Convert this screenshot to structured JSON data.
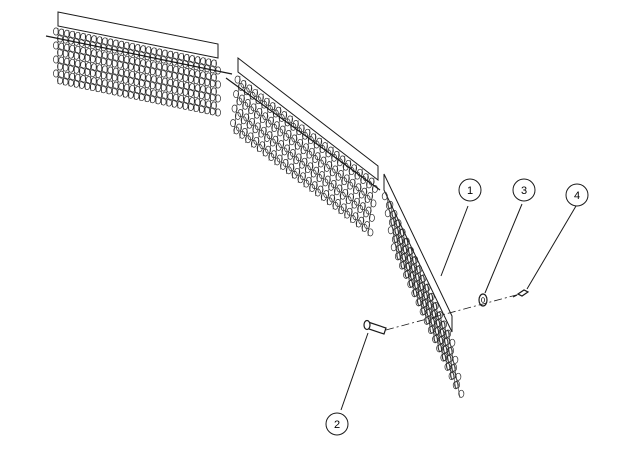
{
  "callouts": [
    {
      "number": "1"
    },
    {
      "number": "2"
    },
    {
      "number": "3"
    },
    {
      "number": "4"
    }
  ],
  "colors": {
    "line": "#1a1a1a",
    "background": "#ffffff",
    "mesh": "#2b2b2b"
  }
}
